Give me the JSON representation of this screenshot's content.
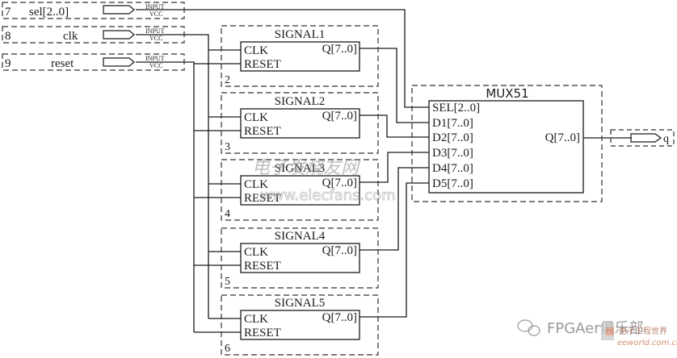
{
  "inputs": [
    {
      "num": "7",
      "name": "sel[2..0]",
      "tag1": "INPUT",
      "tag2": "VCC"
    },
    {
      "num": "8",
      "name": "clk",
      "tag1": "INPUT",
      "tag2": "VCC"
    },
    {
      "num": "9",
      "name": "reset",
      "tag1": "INPUT",
      "tag2": "VCC"
    }
  ],
  "signals": [
    {
      "title": "SIGNAL1",
      "clk": "CLK",
      "reset": "RESET",
      "q": "Q[7..0]",
      "num": "2"
    },
    {
      "title": "SIGNAL2",
      "clk": "CLK",
      "reset": "RESET",
      "q": "Q[7..0]",
      "num": "3"
    },
    {
      "title": "SIGNAL3",
      "clk": "CLK",
      "reset": "RESET",
      "q": "Q[7..0]",
      "num": "4"
    },
    {
      "title": "SIGNAL4",
      "clk": "CLK",
      "reset": "RESET",
      "q": "Q[7..0]",
      "num": "5"
    },
    {
      "title": "SIGNAL5",
      "clk": "CLK",
      "reset": "RESET",
      "q": "Q[7..0]",
      "num": "6"
    }
  ],
  "mux": {
    "title": "MUX51",
    "sel": "SEL[2..0]",
    "d": [
      "D1[7..0]",
      "D2[7..0]",
      "D3[7..0]",
      "D4[7..0]",
      "D5[7..0]"
    ],
    "q": "Q[7..0]"
  },
  "output": {
    "name": "q"
  },
  "watermarks": {
    "elecfans_cn": "电子发烧友网",
    "elecfans_url": "www.elecfans.com",
    "wechat": "FPGAer俱乐部",
    "eeworld_cn": "电子工程世界",
    "eeworld_url": "eeworld.com.cn"
  },
  "colors": {
    "line": "#1a1a1a",
    "dash": "#333333",
    "watermark": "#9a9a9a"
  }
}
